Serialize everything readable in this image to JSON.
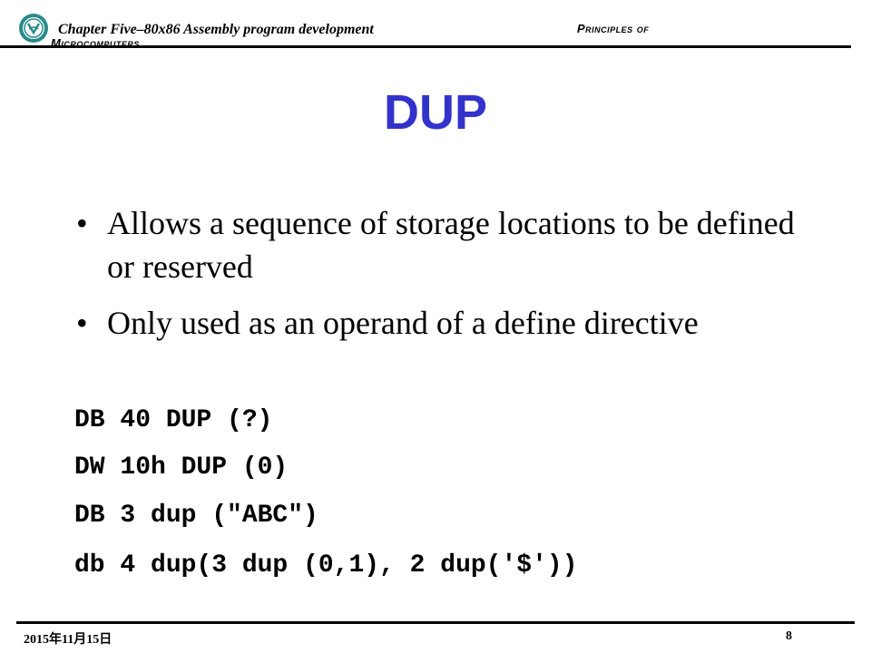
{
  "header": {
    "chapter": "Chapter Five–80x86 Assembly program development",
    "course_line1": "Principles of",
    "course_line2": "Microcomputers",
    "logo_icon": "university-seal-icon"
  },
  "slide": {
    "title": "DUP",
    "bullets": [
      {
        "symbol": "•",
        "text": "Allows a sequence of storage locations to be defined or reserved"
      },
      {
        "symbol": "•",
        "text": "Only used as an operand of a define directive"
      }
    ],
    "code_lines": [
      "DB 40 DUP (?)",
      "DW 10h DUP (0)",
      "DB 3 dup (\"ABC\")",
      "db 4 dup(3 dup (0,1), 2 dup('$'))"
    ]
  },
  "footer": {
    "date": "2015年11月15日",
    "page": "8"
  },
  "colors": {
    "title": "#3333cc",
    "logo": "#2a8a8a"
  }
}
